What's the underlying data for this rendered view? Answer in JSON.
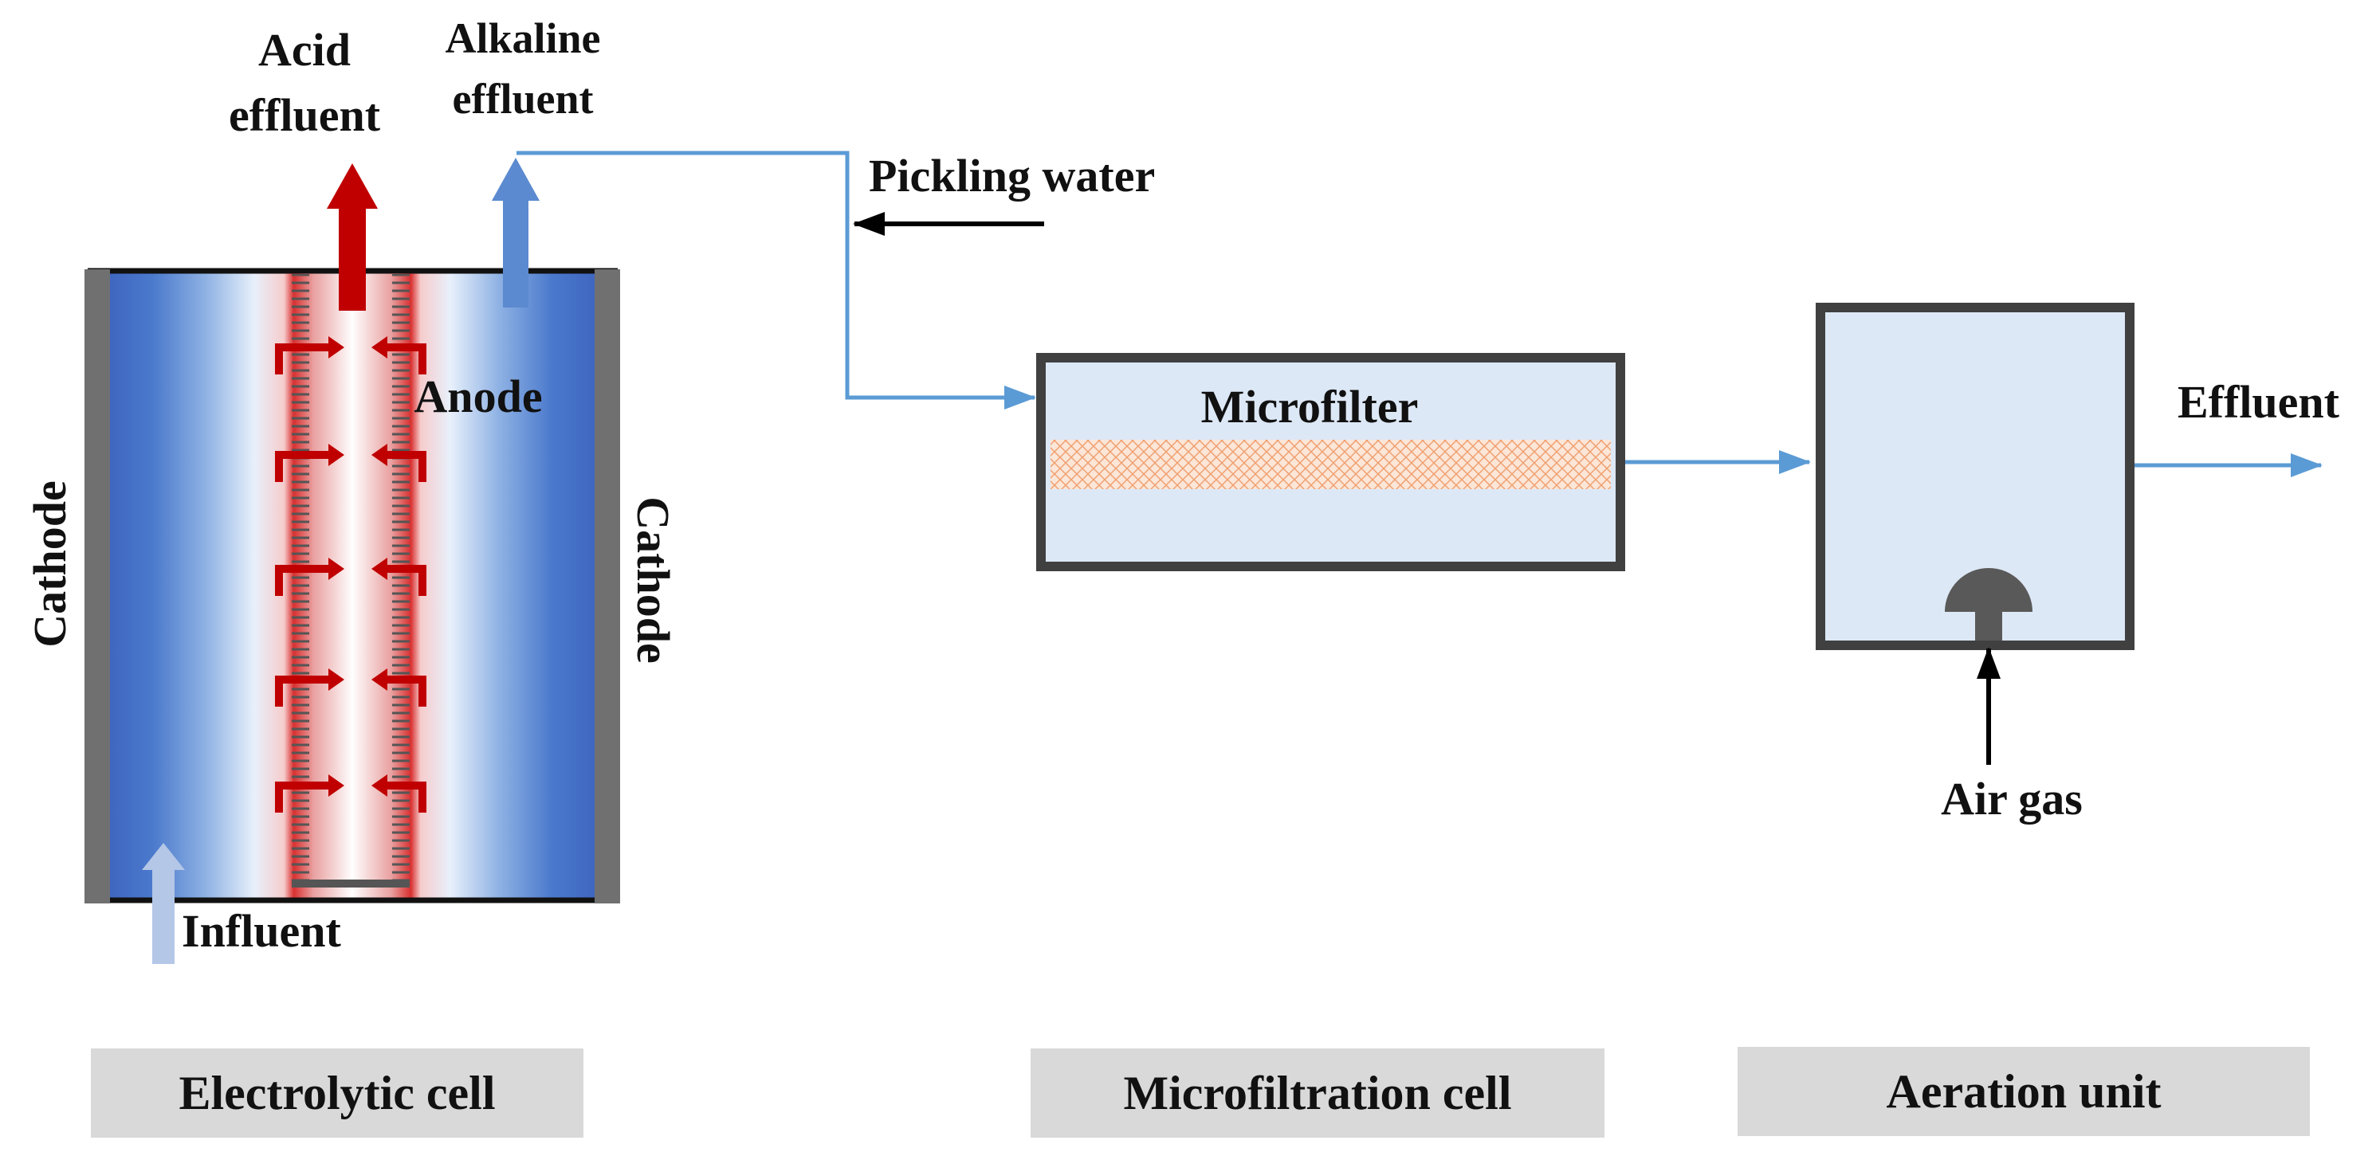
{
  "labels": {
    "acid_line1": "Acid",
    "acid_line2": "effluent",
    "alkaline_line1": "Alkaline",
    "alkaline_line2": "effluent",
    "pickling_water": "Pickling water",
    "anode": "Anode",
    "cathode_left": "Cathode",
    "cathode_right": "Cathode",
    "influent": "Influent",
    "microfilter": "Microfilter",
    "effluent": "Effluent",
    "air_gas": "Air gas"
  },
  "captions": {
    "electrolytic_cell": "Electrolytic cell",
    "microfiltration_cell": "Microfiltration cell",
    "aeration_unit": "Aeration unit"
  },
  "colors": {
    "acid_arrow": "#c00000",
    "alkaline_arrow": "#5b8ad0",
    "influent_arrow": "#b4c7e7",
    "pipe": "#5b9bd5",
    "electrode": "#707070",
    "tank_fill": "#dde8f6",
    "tank_border": "#404040",
    "filter_media": "#f4b183",
    "caption_bg": "#d9d9d9"
  }
}
